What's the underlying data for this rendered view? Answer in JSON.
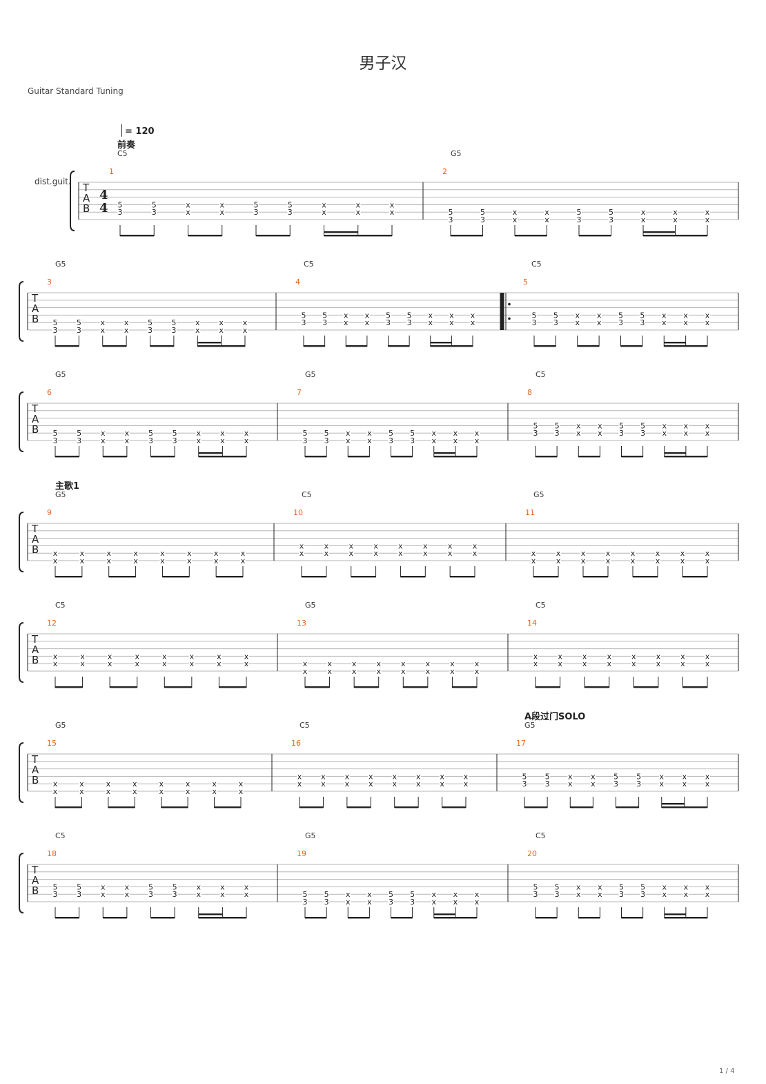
{
  "header": {
    "title": "男子汉",
    "tuning": "Guitar Standard Tuning",
    "instrument": "dist.guit.",
    "tempo": "= 120",
    "page": "1 / 4"
  },
  "colors": {
    "measure_number": "#e8641e",
    "staff_line": "#b5b5b5",
    "ink": "#222222"
  },
  "systems": [
    {
      "measures": [
        {
          "n": "1",
          "chord": "C5",
          "section": "前奏",
          "pattern": "A",
          "high": false
        },
        {
          "n": "2",
          "chord": "G5",
          "pattern": "A",
          "high": false,
          "low": true
        }
      ]
    },
    {
      "measures": [
        {
          "n": "3",
          "chord": "G5",
          "pattern": "A",
          "low": true
        },
        {
          "n": "4",
          "chord": "C5",
          "pattern": "A",
          "high": true
        },
        {
          "n": "5",
          "chord": "C5",
          "pattern": "A",
          "high": true,
          "repeat_start": true
        }
      ]
    },
    {
      "measures": [
        {
          "n": "6",
          "chord": "G5",
          "pattern": "A",
          "low": true
        },
        {
          "n": "7",
          "chord": "G5",
          "pattern": "A",
          "low": true
        },
        {
          "n": "8",
          "chord": "C5",
          "pattern": "A",
          "high": true
        }
      ]
    },
    {
      "measures": [
        {
          "n": "9",
          "chord": "G5",
          "section": "主歌1",
          "pattern": "B",
          "low": true
        },
        {
          "n": "10",
          "chord": "C5",
          "pattern": "B",
          "high": true
        },
        {
          "n": "11",
          "chord": "G5",
          "pattern": "B",
          "low": true
        }
      ]
    },
    {
      "measures": [
        {
          "n": "12",
          "chord": "C5",
          "pattern": "B",
          "high": true
        },
        {
          "n": "13",
          "chord": "G5",
          "pattern": "B",
          "low": true
        },
        {
          "n": "14",
          "chord": "C5",
          "pattern": "B",
          "high": true
        }
      ]
    },
    {
      "measures": [
        {
          "n": "15",
          "chord": "G5",
          "pattern": "B",
          "low": true
        },
        {
          "n": "16",
          "chord": "C5",
          "pattern": "B",
          "high": true
        },
        {
          "n": "17",
          "chord": "G5",
          "section": "A段过门SOLO",
          "pattern": "A",
          "high": true
        }
      ]
    },
    {
      "measures": [
        {
          "n": "18",
          "chord": "C5",
          "pattern": "A",
          "high": true
        },
        {
          "n": "19",
          "chord": "G5",
          "pattern": "A",
          "low": true
        },
        {
          "n": "20",
          "chord": "C5",
          "pattern": "A",
          "high": true
        }
      ]
    }
  ],
  "patterns": {
    "A": [
      "53",
      "53",
      "xx",
      "xx",
      "53",
      "53",
      "xx",
      "xx",
      "xx"
    ],
    "B": [
      "xx",
      "xx",
      "xx",
      "xx",
      "xx",
      "xx",
      "xx",
      "xx"
    ]
  }
}
